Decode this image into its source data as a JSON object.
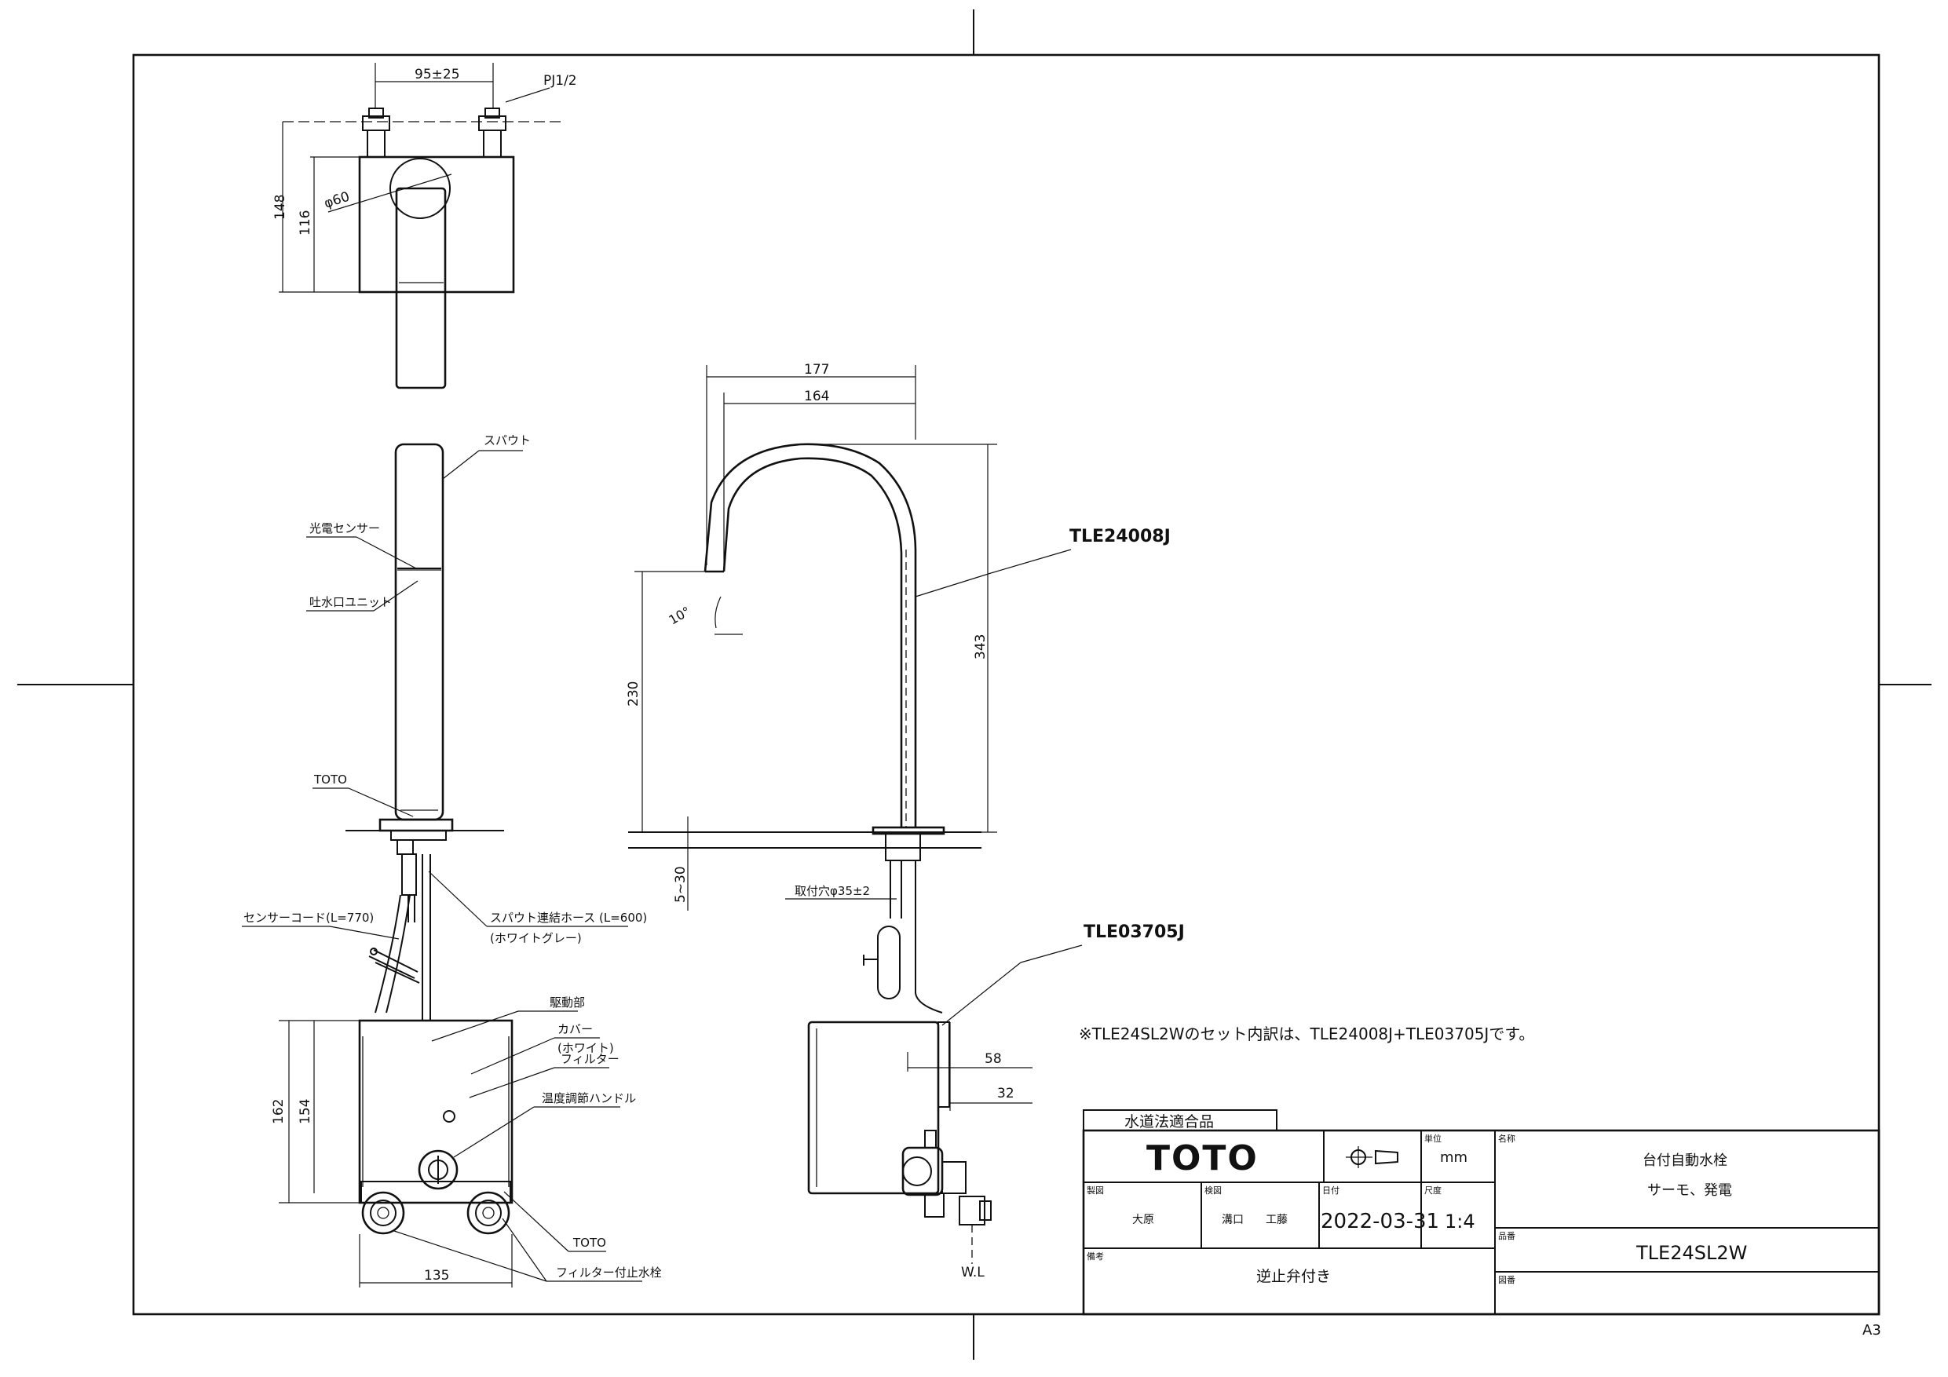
{
  "dimensions": {
    "top_width": "95±25",
    "pipe_thread": "PJ1/2",
    "top_height_total": "148",
    "top_height_body": "116",
    "diameter": "φ60",
    "spout_reach_outer": "177",
    "spout_reach_inner": "164",
    "spout_height": "343",
    "outlet_height": "230",
    "counter_thickness": "5~30",
    "angle": "10°",
    "mount_hole": "取付穴φ35±2",
    "box_height_total": "162",
    "box_height_body": "154",
    "box_width": "135",
    "offset_58": "58",
    "offset_32": "32",
    "wl": "W.L"
  },
  "labels": {
    "spout": "スパウト",
    "photo_sensor": "光電センサー",
    "outlet_unit": "吐水口ユニット",
    "toto_mark": "TOTO",
    "sensor_cord": "センサーコード(L=770)",
    "hose": "スパウト連結ホース (L=600)",
    "hose_color": "(ホワイトグレー)",
    "drive_unit": "駆動部",
    "cover": "カバー",
    "cover_color": "(ホワイト)",
    "filter": "フィルター",
    "temp_handle": "温度調節ハンドル",
    "toto_bottom": "TOTO",
    "filter_valve": "フィルター付止水栓",
    "part_faucet": "TLE24008J",
    "part_valve": "TLE03705J",
    "set_note": "※TLE24SL2Wのセット内訳は、TLE24008J+TLE03705Jです。"
  },
  "title_block": {
    "certification": "水道法適合品",
    "logo": "TOTO",
    "unit_label": "単位",
    "unit": "mm",
    "name_label": "名称",
    "name": "台付自動水栓",
    "subname": "サーモ、発電",
    "drawn_label": "製図",
    "drawn_by": "大原",
    "checked_label": "検図",
    "checked_by_1": "溝口",
    "checked_by_2": "工藤",
    "date_label": "日付",
    "date": "2022-03-31",
    "scale_label": "尺度",
    "scale": "1:4",
    "model_label": "品番",
    "model": "TLE24SL2W",
    "remarks_label": "備考",
    "remarks": "逆止弁付き",
    "drawing_no_label": "図番"
  },
  "sheet_size": "A3"
}
